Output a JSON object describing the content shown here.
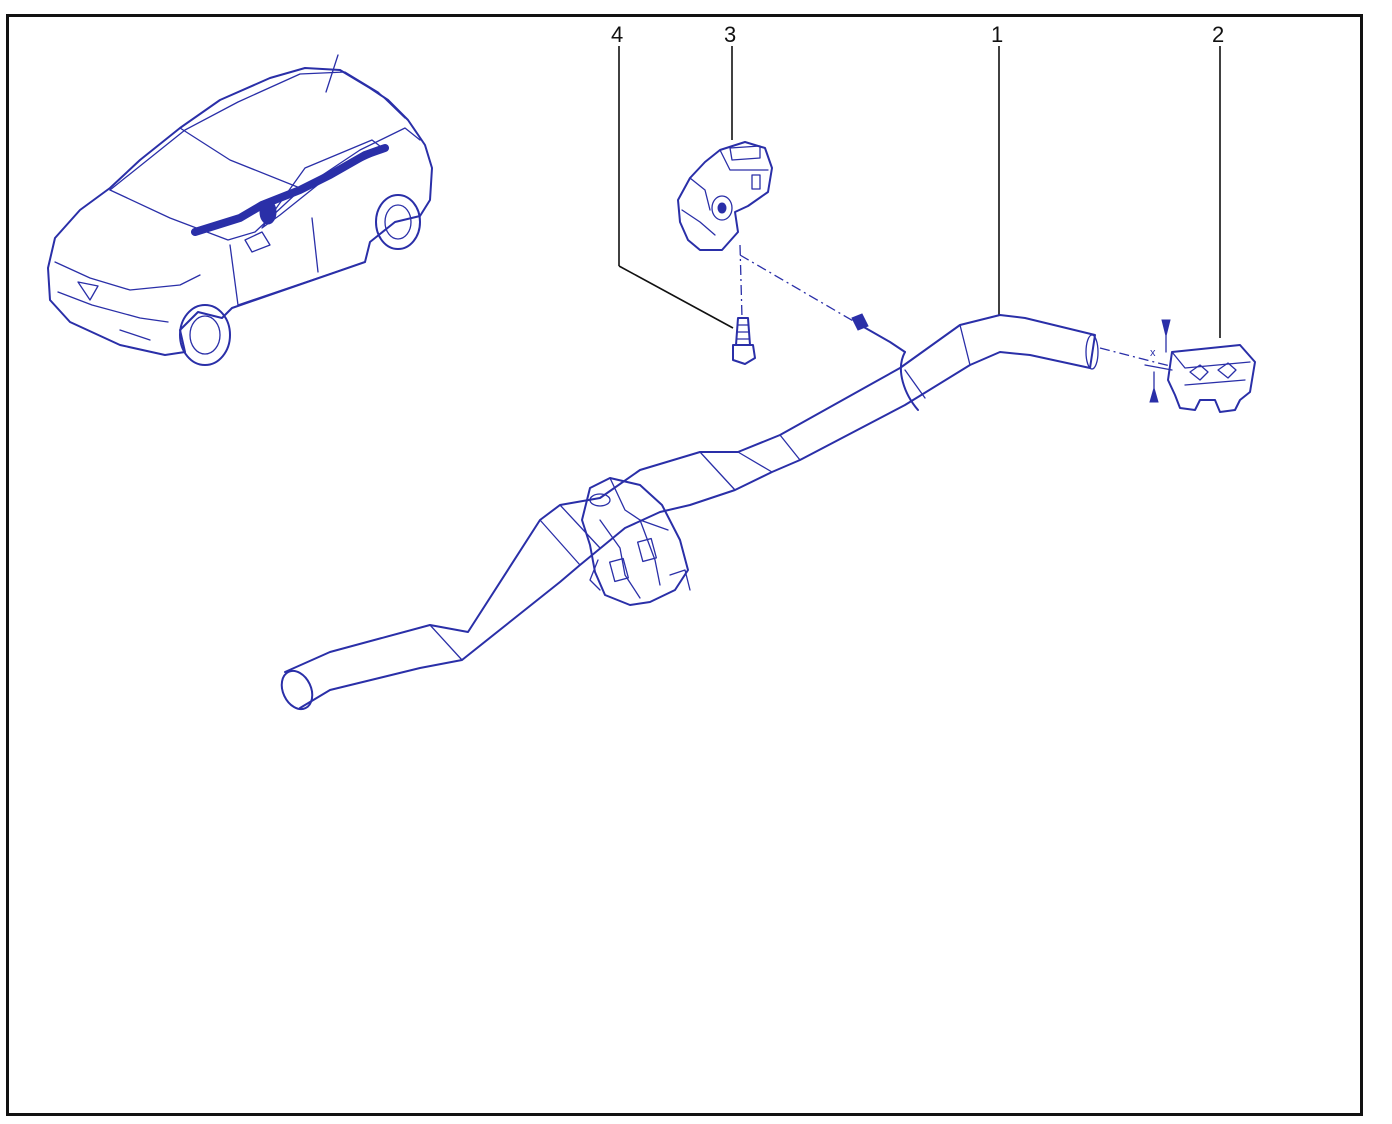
{
  "callouts": {
    "c1": "1",
    "c2": "2",
    "c3": "3",
    "c4": "4"
  },
  "dimension_label": "x",
  "colors": {
    "line_art": "#2a2fa8",
    "callout_text": "#111111",
    "frame": "#111111"
  }
}
